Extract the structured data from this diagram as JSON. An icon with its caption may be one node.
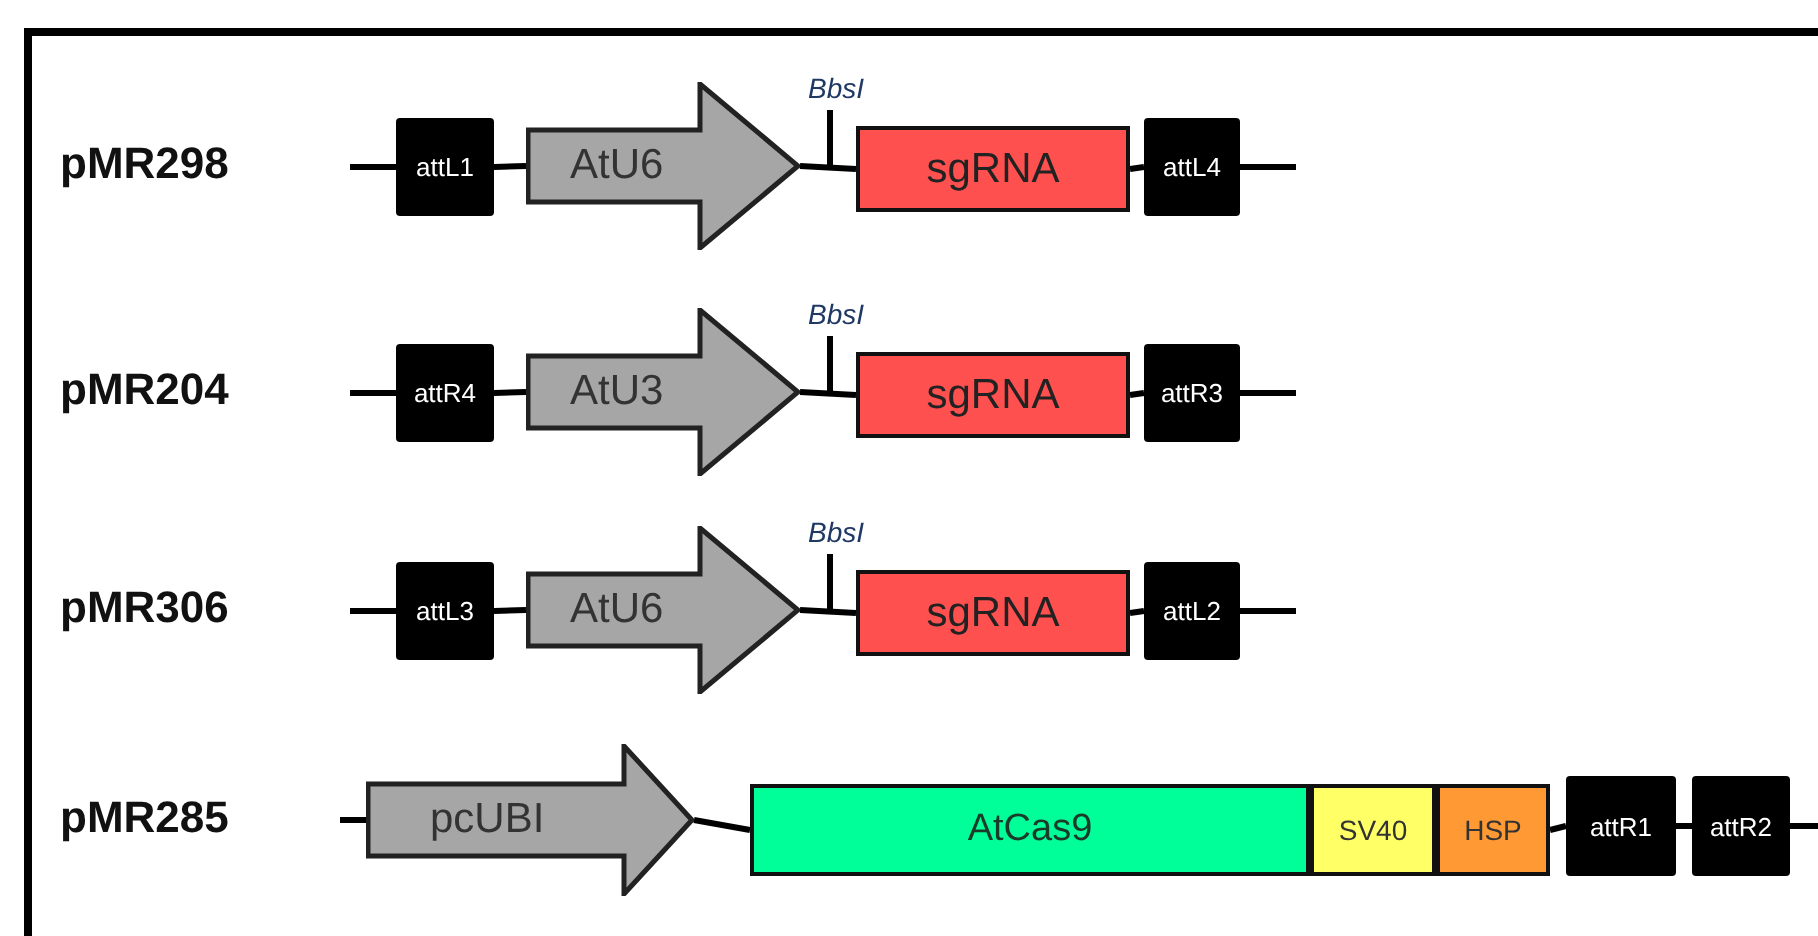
{
  "diagram": {
    "nodes": [
      {
        "text": [
          "attL1"
        ]
      },
      {
        "text": [
          "AtU6"
        ]
      },
      {
        "text": [
          "BbsI"
        ]
      },
      {
        "text": [
          "sgRNA"
        ]
      },
      {
        "text": [
          "attL4"
        ]
      },
      {
        "text": [
          "attR4"
        ]
      },
      {
        "text": [
          "AtU3"
        ]
      },
      {
        "text": [
          "BbsI"
        ]
      },
      {
        "text": [
          "sgRNA"
        ]
      },
      {
        "text": [
          "attR3"
        ]
      },
      {
        "text": [
          "attL3"
        ]
      },
      {
        "text": [
          "AtU6"
        ]
      },
      {
        "text": [
          "BbsI"
        ]
      },
      {
        "text": [
          "sgRNA"
        ]
      },
      {
        "text": [
          "attL2"
        ]
      },
      {
        "text": [
          "pcUBI"
        ]
      },
      {
        "text": [
          "AtCas9"
        ]
      },
      {
        "text": [
          "SV40"
        ]
      },
      {
        "text": [
          "HSP"
        ]
      },
      {
        "text": [
          "attR1"
        ]
      },
      {
        "text": [
          "attR2"
        ]
      }
    ],
    "edges": [
      {
        "from": null,
        "to": 0,
        "arrow": "none"
      },
      {
        "from": 0,
        "to": 1,
        "arrow": "none"
      },
      {
        "from": 1,
        "to": 3,
        "arrow": "none"
      },
      {
        "from": 2,
        "to": null,
        "arrow": "none"
      },
      {
        "from": 3,
        "to": 4,
        "arrow": "none"
      },
      {
        "from": 4,
        "to": null,
        "arrow": "none"
      },
      {
        "from": null,
        "to": 5,
        "arrow": "none"
      },
      {
        "from": 5,
        "to": 6,
        "arrow": "none"
      },
      {
        "from": 6,
        "to": 8,
        "arrow": "none"
      },
      {
        "from": 7,
        "to": null,
        "arrow": "none"
      },
      {
        "from": 8,
        "to": 9,
        "arrow": "none"
      },
      {
        "from": 9,
        "to": null,
        "arrow": "none"
      },
      {
        "from": null,
        "to": 10,
        "arrow": "none"
      },
      {
        "from": 10,
        "to": 11,
        "arrow": "none"
      },
      {
        "from": 11,
        "to": 13,
        "arrow": "none"
      },
      {
        "from": 12,
        "to": null,
        "arrow": "none"
      },
      {
        "from": 13,
        "to": 14,
        "arrow": "none"
      },
      {
        "from": 14,
        "to": null,
        "arrow": "none"
      },
      {
        "from": null,
        "to": 15,
        "arrow": "none"
      },
      {
        "from": 15,
        "to": 16,
        "arrow": "none"
      },
      {
        "from": 18,
        "to": 19,
        "arrow": "none"
      },
      {
        "from": 19,
        "to": 20,
        "arrow": "none"
      },
      {
        "from": 20,
        "to": null,
        "arrow": "none"
      }
    ],
    "labels": [
      "pMR298",
      "pMR204",
      "pMR306",
      "pMR285"
    ]
  }
}
